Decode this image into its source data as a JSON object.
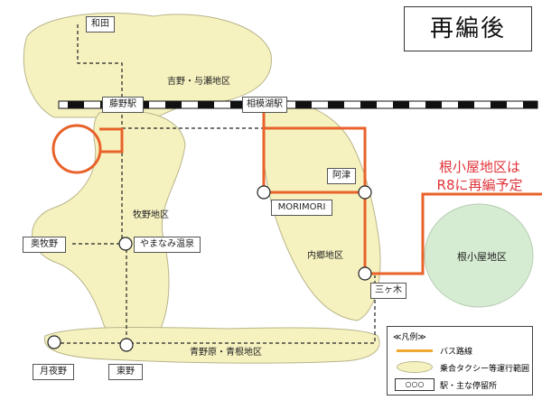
{
  "title": "再編後",
  "note": {
    "line1": "根小屋地区は",
    "line2": "R8に再編予定"
  },
  "areas": {
    "yoshino_yose": "吉野・与瀬地区",
    "makino": "牧野地区",
    "naigo": "内郷地区",
    "aono_nene": "青野原・青根地区",
    "negoya": "根小屋地区"
  },
  "stations": {
    "wada": "和田",
    "fujino_station": "藤野駅",
    "sagamiko_station": "相模湖駅",
    "azu": "阿津",
    "morimori": "MORIMORI",
    "okumakino": "奥牧野",
    "yamanami_onsen": "やまなみ温泉",
    "sangaki": "三ヶ木",
    "tsukiyono": "月夜野",
    "higashino": "東野"
  },
  "legend": {
    "title": "≪凡例≫",
    "bus_route": "バス路線",
    "taxi_area": "乗合タクシー等運行範囲",
    "stop_symbol": "○○○",
    "stops": "駅・主な停留所"
  },
  "colors": {
    "bus_route": "#e8622a",
    "legend_bus_route": "#f0a830",
    "area_fill": "#f6f2c0",
    "negoya_fill": "#d6ecd2",
    "note_text": "#e0353b"
  }
}
